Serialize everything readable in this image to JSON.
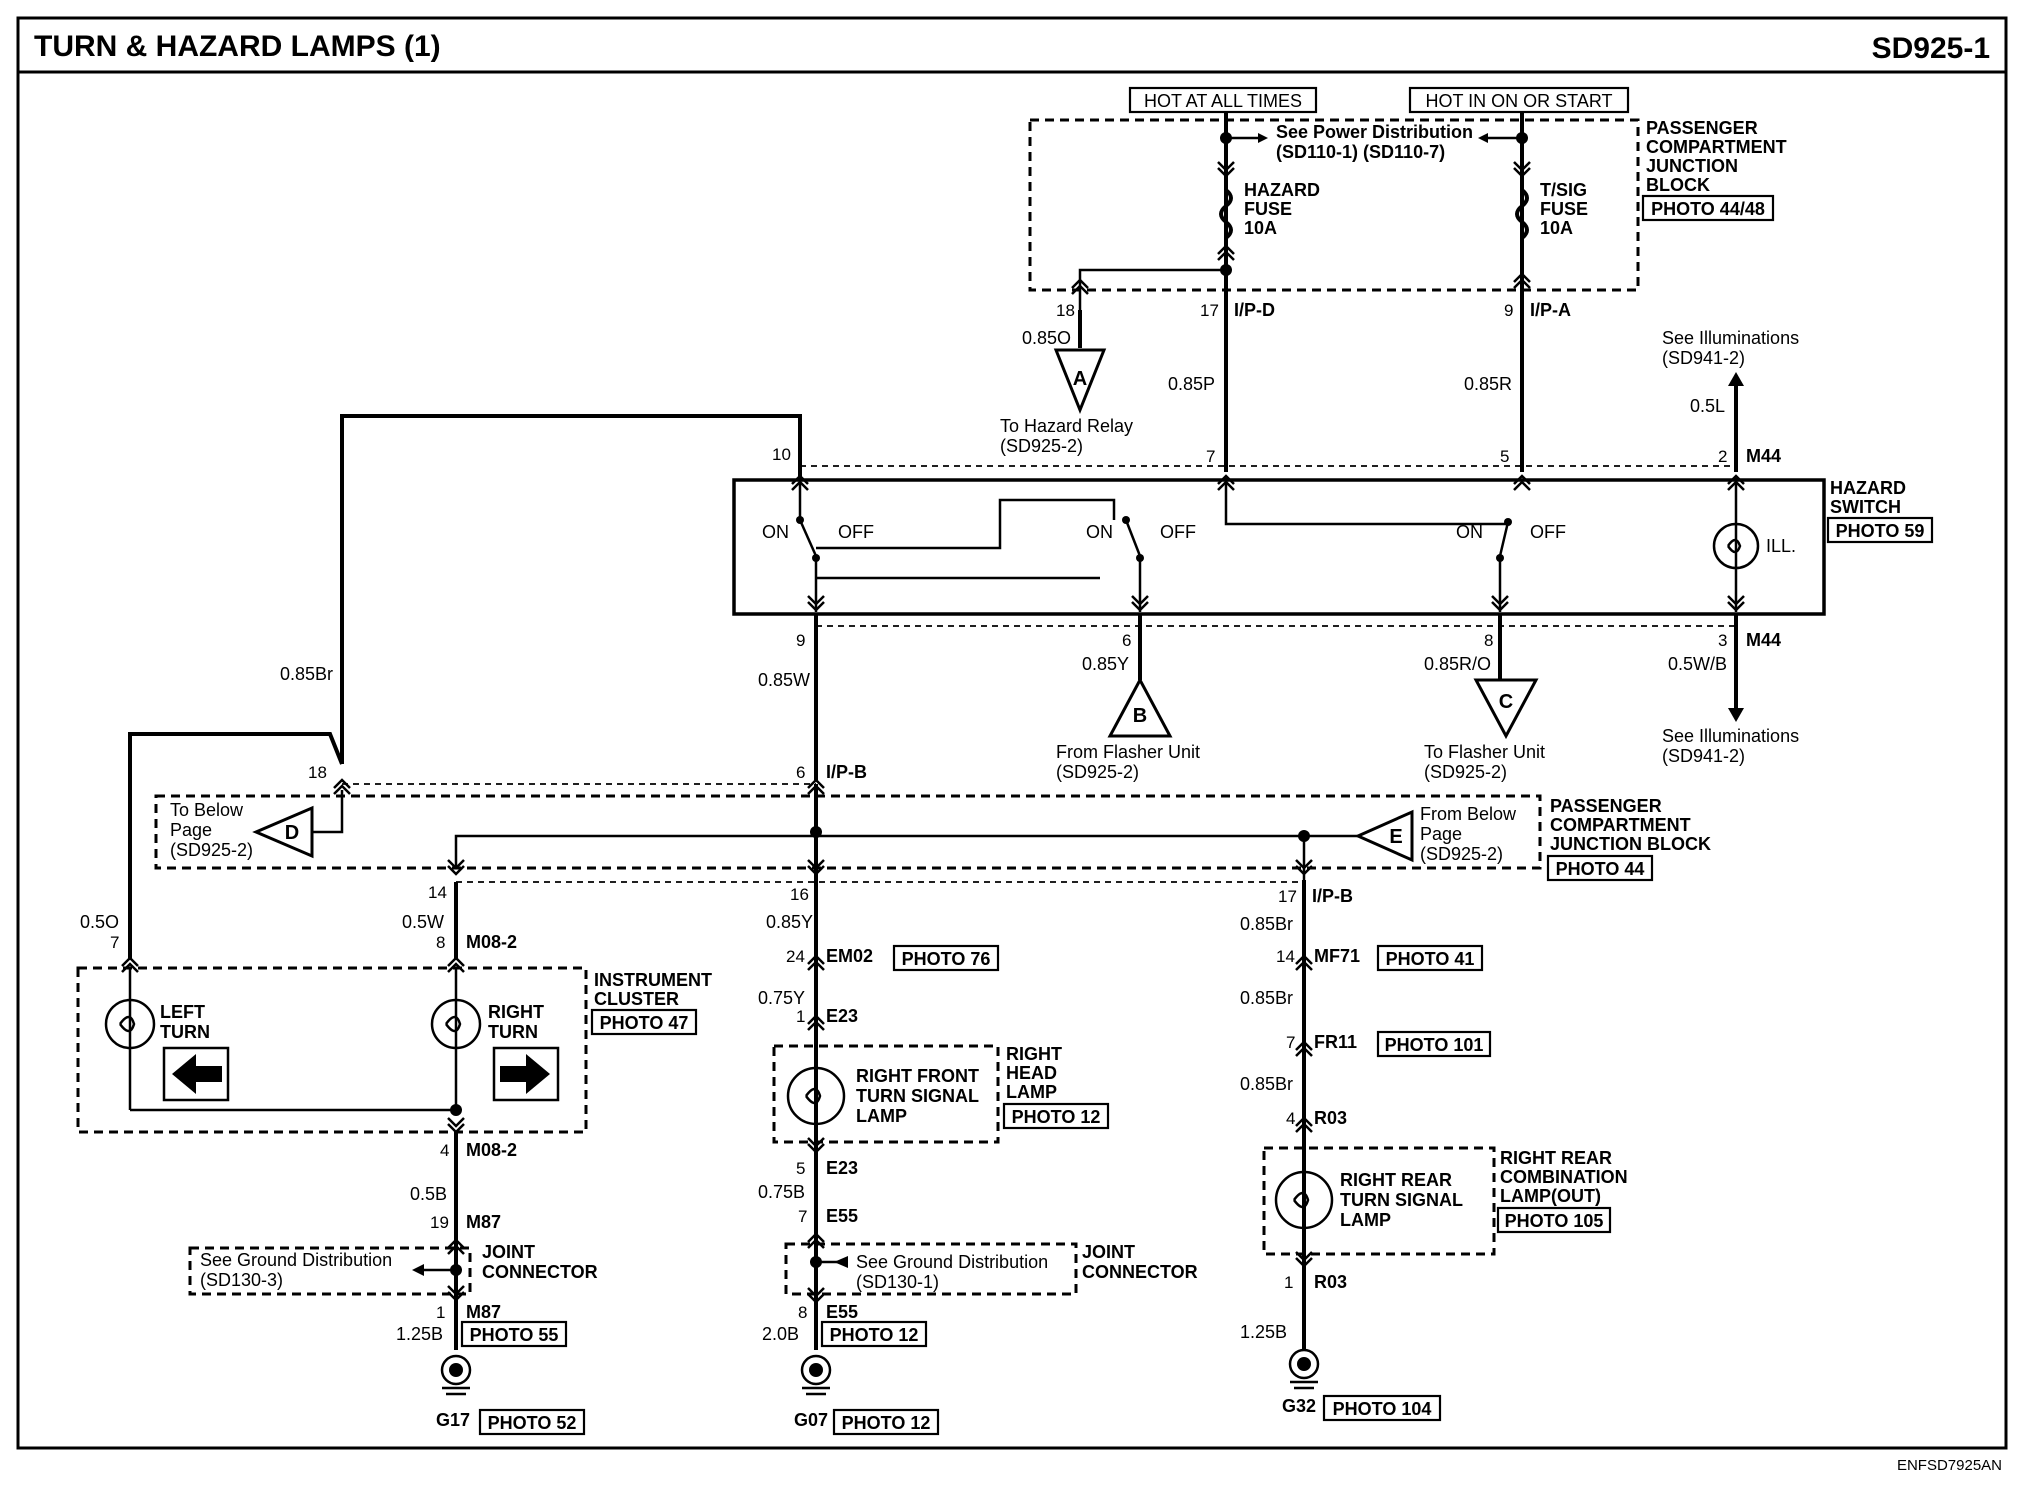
{
  "header": {
    "title": "TURN & HAZARD LAMPS (1)",
    "code": "SD925-1"
  },
  "footer": {
    "ref": "ENFSD7925AN"
  },
  "top": {
    "hot_all": "HOT AT ALL TIMES",
    "hot_on": "HOT IN ON OR START",
    "power_dist_1": "See Power Distribution",
    "power_dist_2": "(SD110-1) (SD110-7)",
    "hazard_fuse": [
      "HAZARD",
      "FUSE",
      "10A"
    ],
    "tsig_fuse": [
      "T/SIG",
      "FUSE",
      "10A"
    ],
    "pcjb": [
      "PASSENGER",
      "COMPARTMENT",
      "JUNCTION",
      "BLOCK"
    ],
    "pcjb_photo": "PHOTO 44/48"
  },
  "connectors": {
    "ipd": "I/P-D",
    "ipa": "I/P-A",
    "ipb": "I/P-B",
    "m44": "M44",
    "m08_2": "M08-2",
    "m87": "M87",
    "em02": "EM02",
    "e23": "E23",
    "e55": "E55",
    "mf71": "MF71",
    "fr11": "FR11",
    "r03": "R03"
  },
  "pins": {
    "p18": "18",
    "p17": "17",
    "p9": "9",
    "p10": "10",
    "p7": "7",
    "p5": "5",
    "p2": "2",
    "p9b": "9",
    "p6": "6",
    "p8": "8",
    "p3": "3",
    "p18b": "18",
    "p6b": "6",
    "p14": "14",
    "p16": "16",
    "p17b": "17",
    "p7b": "7",
    "p8b": "8",
    "p24": "24",
    "p1": "1",
    "p4": "4",
    "p19": "19",
    "p1b": "1",
    "p5b": "5",
    "p7c": "7",
    "p8c": "8",
    "p14b": "14",
    "p7d": "7",
    "p4b": "4",
    "p1c": "1"
  },
  "wires": {
    "w085o": "0.85O",
    "w085p": "0.85P",
    "w085r": "0.85R",
    "w05l": "0.5L",
    "w085br": "0.85Br",
    "w085w": "0.85W",
    "w085y": "0.85Y",
    "w085ro": "0.85R/O",
    "w05wb": "0.5W/B",
    "w05o": "0.5O",
    "w05w": "0.5W",
    "w085y2": "0.85Y",
    "w075y": "0.75Y",
    "w085br2": "0.85Br",
    "w085br3": "0.85Br",
    "w085br4": "0.85Br",
    "w05b": "0.5B",
    "w125b": "1.25B",
    "w075b": "0.75B",
    "w20b": "2.0B",
    "w125b2": "1.25B"
  },
  "refs": {
    "a_to": "To Hazard Relay",
    "a_sd": "(SD925-2)",
    "illum1": "See Illuminations",
    "illum1_sd": "(SD941-2)",
    "b_from": "From Flasher Unit",
    "b_sd": "(SD925-2)",
    "c_to": "To Flasher Unit",
    "c_sd": "(SD925-2)",
    "illum2": "See Illuminations",
    "illum2_sd": "(SD941-2)",
    "d_to": [
      "To Below",
      "Page",
      "(SD925-2)"
    ],
    "e_from": [
      "From Below",
      "Page",
      "(SD925-2)"
    ],
    "gnd3": [
      "See Ground Distribution",
      "(SD130-3)"
    ],
    "gnd1": [
      "See Ground Distribution",
      "(SD130-1)"
    ]
  },
  "symbols": {
    "a": "A",
    "b": "B",
    "c": "C",
    "d": "D",
    "e": "E"
  },
  "switch": {
    "on": "ON",
    "off": "OFF",
    "ill": "ILL.",
    "name": [
      "HAZARD",
      "SWITCH"
    ],
    "photo": "PHOTO 59"
  },
  "pcjb2": {
    "name": [
      "PASSENGER",
      "COMPARTMENT",
      "JUNCTION BLOCK"
    ],
    "photo": "PHOTO 44"
  },
  "cluster": {
    "left": [
      "LEFT",
      "TURN"
    ],
    "right": [
      "RIGHT",
      "TURN"
    ],
    "name": [
      "INSTRUMENT",
      "CLUSTER"
    ],
    "photo": "PHOTO 47"
  },
  "front_lamp": {
    "lamp": [
      "RIGHT FRONT",
      "TURN SIGNAL",
      "LAMP"
    ],
    "name": [
      "RIGHT",
      "HEAD",
      "LAMP"
    ],
    "photo": "PHOTO 12"
  },
  "rear_lamp": {
    "lamp": [
      "RIGHT REAR",
      "TURN SIGNAL",
      "LAMP"
    ],
    "name": [
      "RIGHT REAR",
      "COMBINATION",
      "LAMP(OUT)"
    ],
    "photo": "PHOTO 105"
  },
  "joint": [
    "JOINT",
    "CONNECTOR"
  ],
  "joint2": [
    "JOINT",
    "CONNECTOR"
  ],
  "photos": {
    "em02": "PHOTO 76",
    "mf71": "PHOTO 41",
    "fr11": "PHOTO 101",
    "m87": "PHOTO 55",
    "e55": "PHOTO 12",
    "g17": "PHOTO 52",
    "g07": "PHOTO 12",
    "g32": "PHOTO 104"
  },
  "grounds": {
    "g17": "G17",
    "g07": "G07",
    "g32": "G32"
  }
}
